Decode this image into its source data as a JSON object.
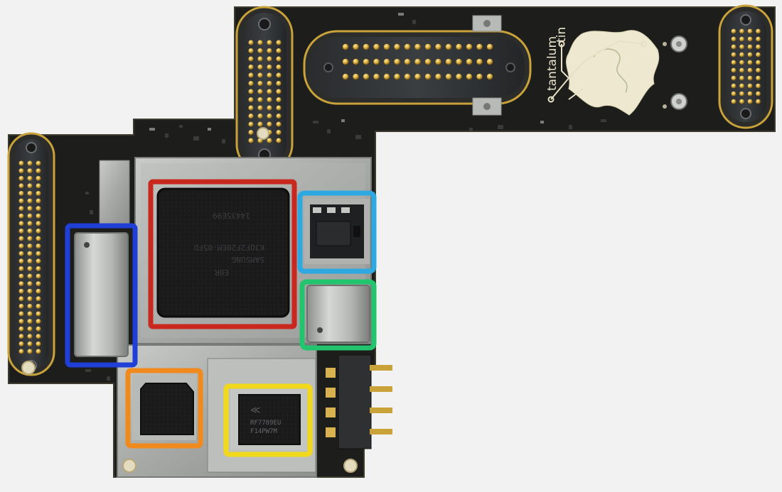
{
  "silkscreen": {
    "logo_line1": "tantalum",
    "logo_line2": "tin"
  },
  "chips": {
    "processor_marking": [
      "14435E99",
      "K3QF2F20EM-05FD",
      "SAMSUNG",
      "E0R"
    ],
    "rf_marking": [
      "RF7789EU",
      "F14PW7M"
    ]
  },
  "highlight_colors": {
    "red": "#c8281e",
    "blue": "#1f3fd6",
    "sky": "#2ea8e0",
    "green": "#22c46e",
    "orange": "#f08a1c",
    "yellow": "#f2d81a"
  },
  "colors": {
    "background": "#f2f2f2",
    "pcb": "#1d1e1b",
    "gold": "#c9a23a",
    "shield": "#aeb0ad"
  }
}
